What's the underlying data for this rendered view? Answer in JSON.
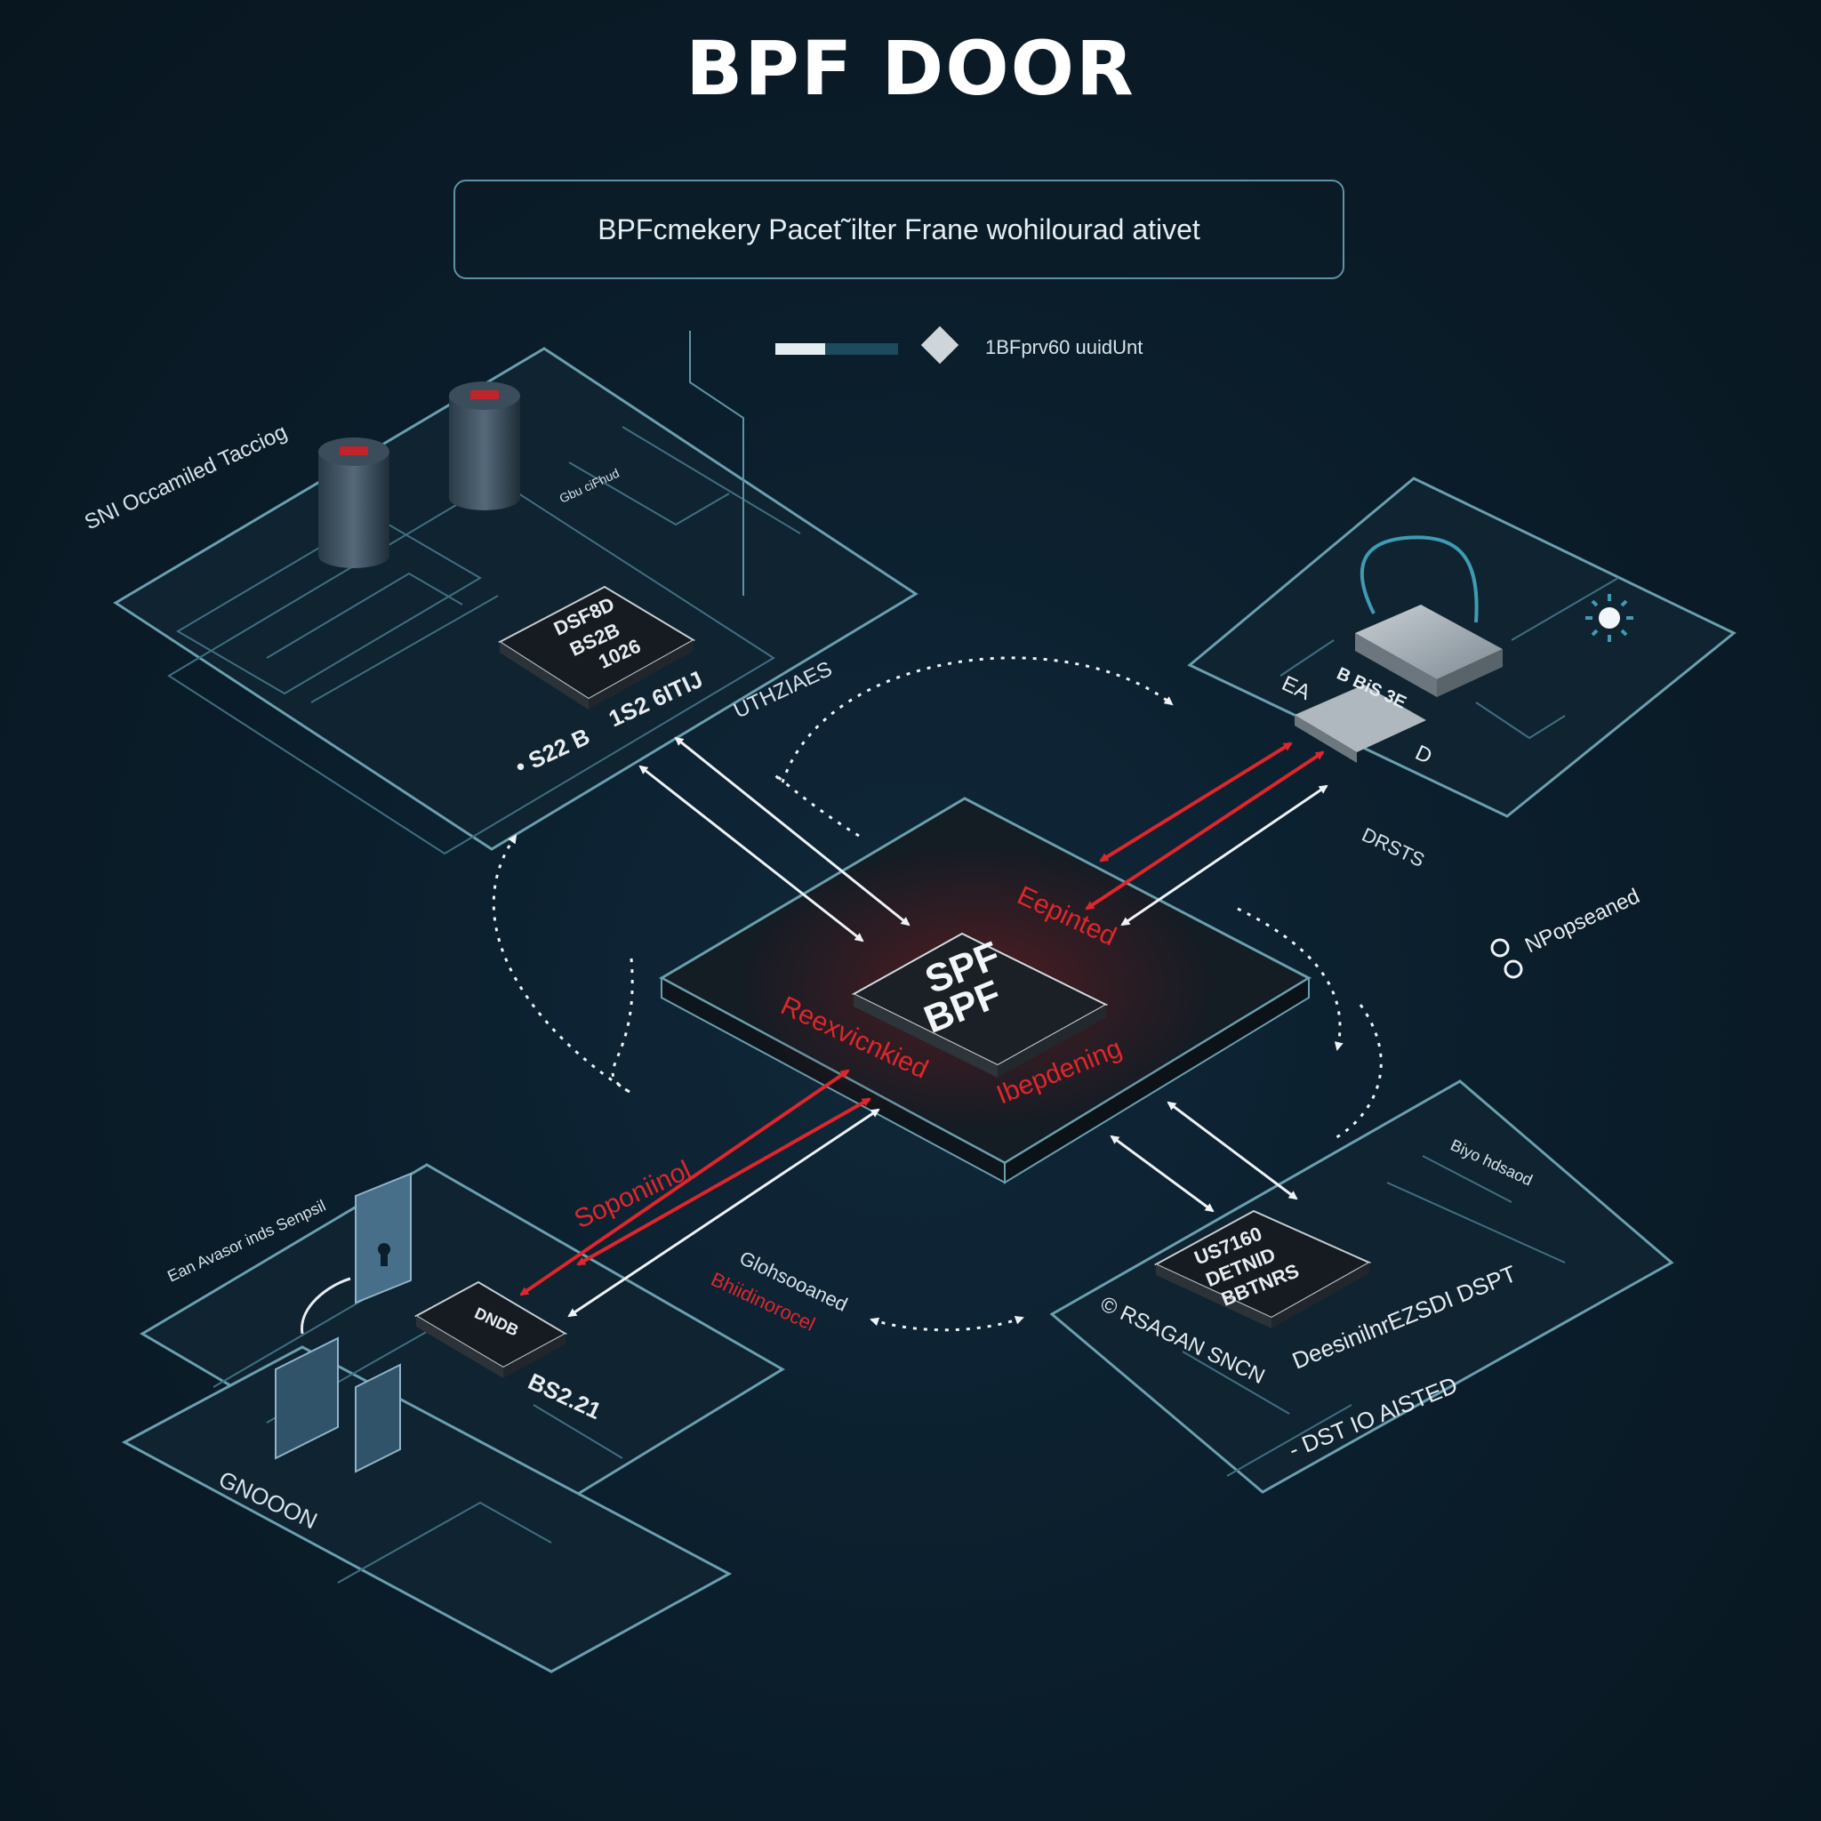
{
  "title": "BPF DOOR",
  "banner": "BPFcmekery Pacet˜ilter Frane wohilourad ativet",
  "legend": {
    "text": "1BFprv60 uuidUnt"
  },
  "center_chip": {
    "line1": "SPF",
    "line2": "BPF"
  },
  "center_labels": {
    "top_right": "Eepinted",
    "left": "Reexvicnkied",
    "right": "Ibepdening",
    "lower_left": "Soponiinol"
  },
  "top_left_board": {
    "caption": "SNI Occamiled Tacciog",
    "chip_lines": [
      "DSF8D",
      "BS2B",
      "1026"
    ],
    "label_small": "Gbu ciFhud",
    "label_right": "UTHZIAES",
    "label_mid": "1S2 6ITIJ",
    "label_bottom": "• S22 B"
  },
  "top_right_board": {
    "label_left": "EA",
    "label_chip": "B BiS 3E",
    "label_d": "D",
    "label_below": "DRSTS"
  },
  "side_legend": {
    "item": "NPopseaned"
  },
  "bottom_left_board": {
    "caption": "Ean Avasor inds Senpsil",
    "chip": "DNDB",
    "label_chip": "BS2.21",
    "label_bottom": "GNOOON"
  },
  "bottom_center_labels": {
    "white": "Glohsooaned",
    "red": "Bhiidinorocel"
  },
  "bottom_right_board": {
    "label_top": "Biyo hdsaod",
    "chip_lines": [
      "US7160",
      "DETNID",
      "BBTNRS"
    ],
    "label_row": "DeesinilnrEZSDI DSPT",
    "label_left": "© RSAGAN SNCN",
    "label_bottom": "- DST IO AISTED"
  },
  "colors": {
    "background": "#0b1e2c",
    "board_stroke": "#6a9fae",
    "accent_red": "#e0262b",
    "text": "#e4eef3"
  }
}
